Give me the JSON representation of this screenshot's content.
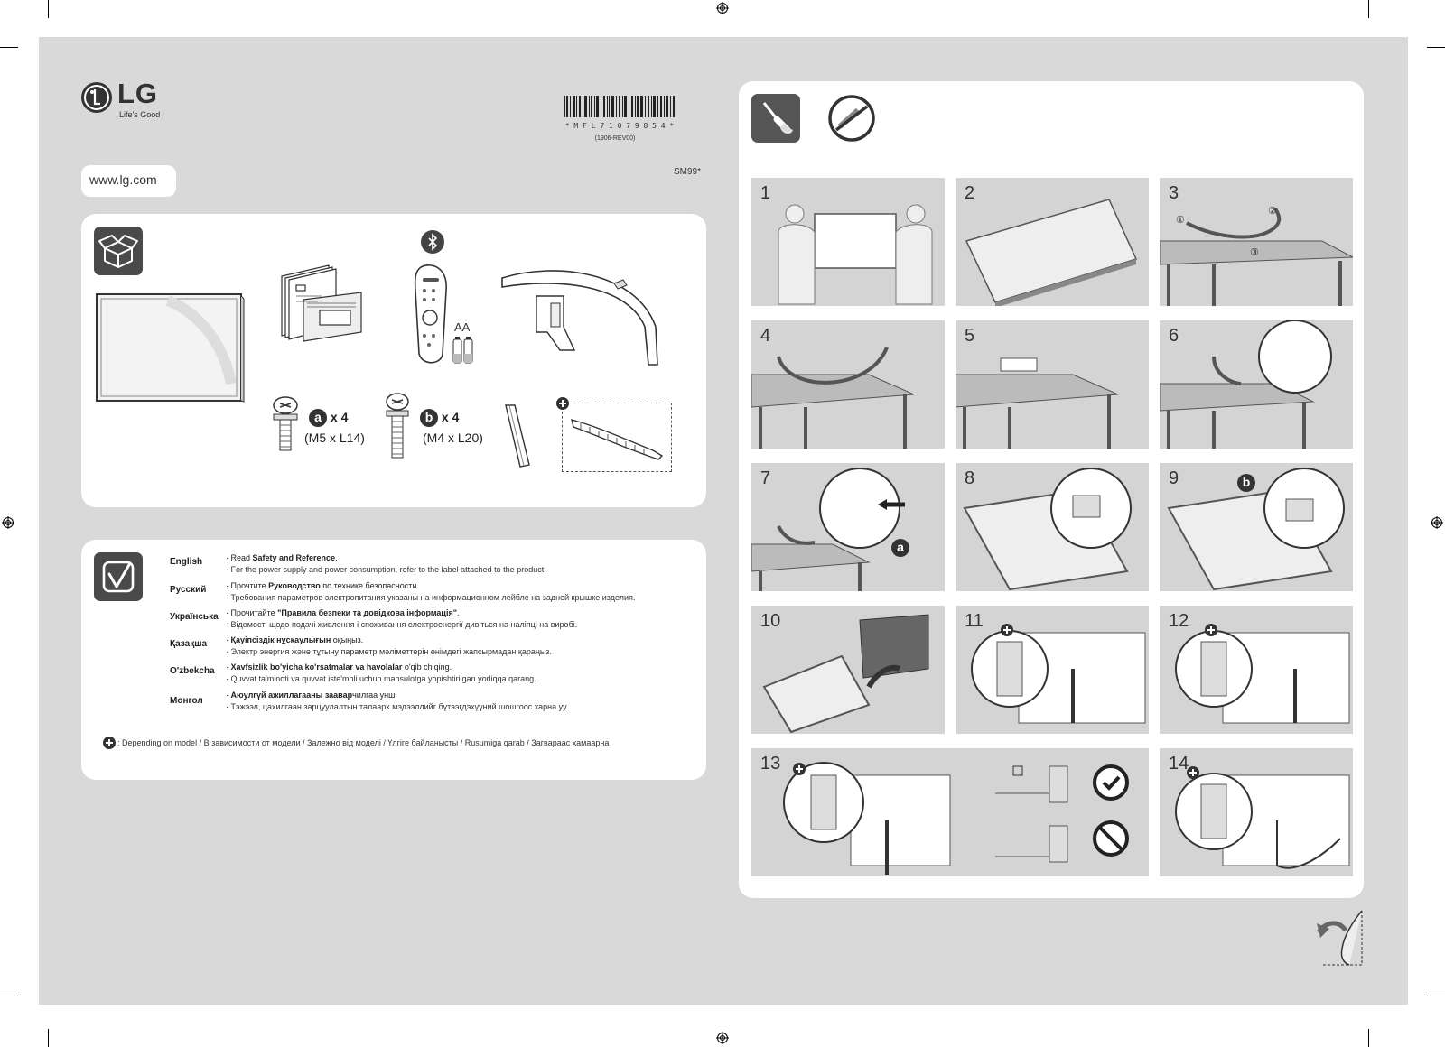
{
  "brand": {
    "logo_text": "LG",
    "tagline": "Life's Good"
  },
  "website": "www.lg.com",
  "barcode": {
    "code": "* M F L 7 1 0 7 9 8 5 4 *",
    "revision": "(1906-REV00)"
  },
  "model": "SM99*",
  "components": {
    "screw_a": {
      "letter": "a",
      "qty": "x 4",
      "size": "(M5 x L14)"
    },
    "screw_b": {
      "letter": "b",
      "qty": "x 4",
      "size": "(M4 x L20)"
    },
    "battery": "AA"
  },
  "languages": [
    {
      "name": "English",
      "line1_pre": "Read ",
      "line1_bold": "Safety and Reference",
      "line1_post": ".",
      "line2": "For the power supply and power consumption, refer to the label attached to the product."
    },
    {
      "name": "Русский",
      "line1_pre": "Прочтите ",
      "line1_bold": "Руководство",
      "line1_post": " по технике безопасности.",
      "line2": "Требования параметров электропитания указаны на информационном лейбле на задней крышке изделия."
    },
    {
      "name": "Українська",
      "line1_pre": "Прочитайте ",
      "line1_bold": "\"Правила безпеки та довідкова інформація\"",
      "line1_post": ".",
      "line2": "Відомості щодо подачі живлення і споживання електроенергії дивіться на наліпці на виробі."
    },
    {
      "name": "Қазақша",
      "line1_pre": "",
      "line1_bold": "Қауіпсіздік нұсқаулығын",
      "line1_post": " оқыңыз.",
      "line2": "Электр энергия және тұтыну параметр мәліметтерін өнімдегі жапсырмадан қараңыз."
    },
    {
      "name": "O'zbekcha",
      "line1_pre": "",
      "line1_bold": "Xavfsizlik bo'yicha ko'rsatmalar va havolalar",
      "line1_post": " o'qib chiqing.",
      "line2": "Quvvat ta'minoti va quvvat iste'moli uchun mahsulotga yopishtirilgan yorliqqa qarang."
    },
    {
      "name": "Монгол",
      "line1_pre": "",
      "line1_bold": "Аюулгүй ажиллагааны заавар",
      "line1_post": "чилгаа унш.",
      "line2": "Тэжээл, цахилгаан зарцуулалтын талаарх мэдээллийг бүтээгдэхүүний шошгоос харна уу."
    }
  ],
  "footnote": ": Depending on model  / В зависимости от модели / Залежно від моделі / Үлгіге байланысты / Rusumiga qarab / Загвараас хамаарна",
  "steps": [
    "1",
    "2",
    "3",
    "4",
    "5",
    "6",
    "7",
    "8",
    "9",
    "10",
    "11",
    "12",
    "13",
    "14"
  ],
  "step_callouts": {
    "step3": [
      "①",
      "②",
      "③"
    ],
    "step7_badge": "a",
    "step9_badge": "b"
  }
}
